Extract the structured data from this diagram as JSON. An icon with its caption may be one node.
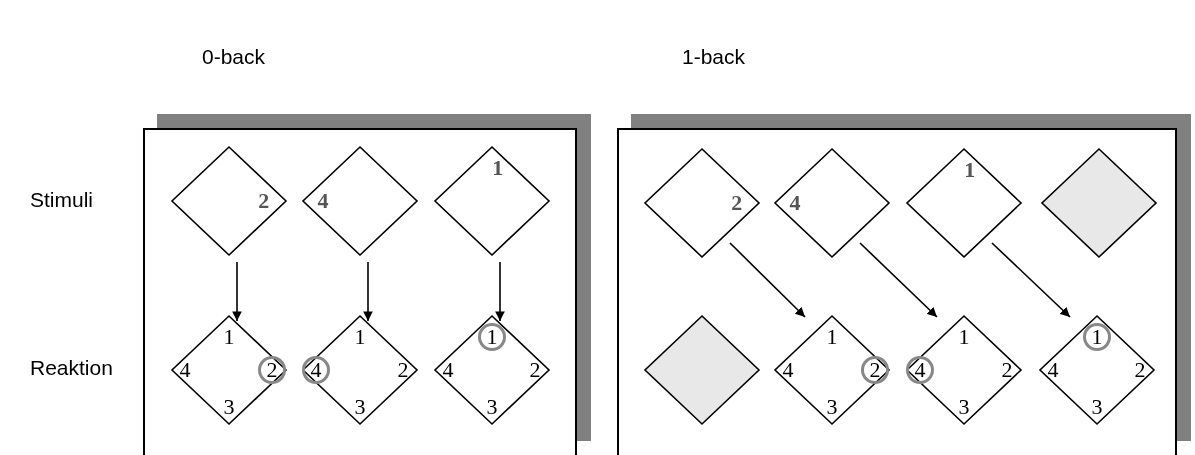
{
  "diagram": {
    "nodes": [
      {
        "text": [
          "0-back"
        ]
      },
      {
        "text": [
          "2"
        ],
        "in": 0
      },
      {
        "text": [
          "4"
        ],
        "in": 0
      },
      {
        "text": [
          "1"
        ],
        "in": 0
      },
      {
        "text": [
          "1",
          "4",
          "3"
        ],
        "in": 0
      },
      {
        "text": [
          "2"
        ],
        "in": 4
      },
      {
        "text": [
          "1",
          "2",
          "3"
        ],
        "in": 0
      },
      {
        "text": [
          "4"
        ],
        "in": 6
      },
      {
        "text": [
          "4",
          "2",
          "3"
        ],
        "in": 0
      },
      {
        "text": [
          "1"
        ],
        "in": 8
      },
      {
        "text": [
          "1-back"
        ]
      },
      {
        "text": [
          "2"
        ],
        "in": 10
      },
      {
        "text": [
          "4"
        ],
        "in": 10
      },
      {
        "text": [
          "1"
        ],
        "in": 10
      },
      {
        "text": [],
        "shape": "diamond",
        "in": 10
      },
      {
        "text": [],
        "shape": "diamond",
        "in": 10
      },
      {
        "text": [
          "1",
          "4",
          "3"
        ],
        "in": 10
      },
      {
        "text": [
          "2"
        ],
        "in": 16
      },
      {
        "text": [
          "1",
          "2",
          "3"
        ],
        "in": 10
      },
      {
        "text": [
          "4"
        ],
        "in": 18
      },
      {
        "text": [
          "4",
          "2",
          "3"
        ],
        "in": 10
      },
      {
        "text": [
          "1"
        ],
        "in": 20
      }
    ],
    "edges": [
      {
        "from": 1,
        "to": 4,
        "arrow": "to"
      },
      {
        "from": 2,
        "to": 6,
        "arrow": "to"
      },
      {
        "from": 3,
        "to": 8,
        "arrow": "to"
      },
      {
        "from": 11,
        "to": 16,
        "arrow": "to"
      },
      {
        "from": 12,
        "to": 18,
        "arrow": "to"
      },
      {
        "from": 13,
        "to": 20,
        "arrow": "to"
      }
    ],
    "labels": [
      "Stimuli",
      "Reaktion"
    ]
  }
}
